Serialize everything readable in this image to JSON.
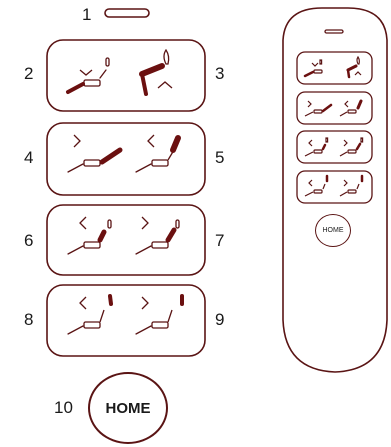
{
  "callouts": {
    "n1": "1",
    "n2": "2",
    "n3": "3",
    "n4": "4",
    "n5": "5",
    "n6": "6",
    "n7": "7",
    "n8": "8",
    "n9": "9",
    "n10": "10"
  },
  "buttons": {
    "home_large_label": "HOME",
    "home_small_label": "HOME"
  },
  "colors": {
    "outline": "#5a1414",
    "highlight": "#6b1010",
    "text": "#1a1a1a"
  }
}
